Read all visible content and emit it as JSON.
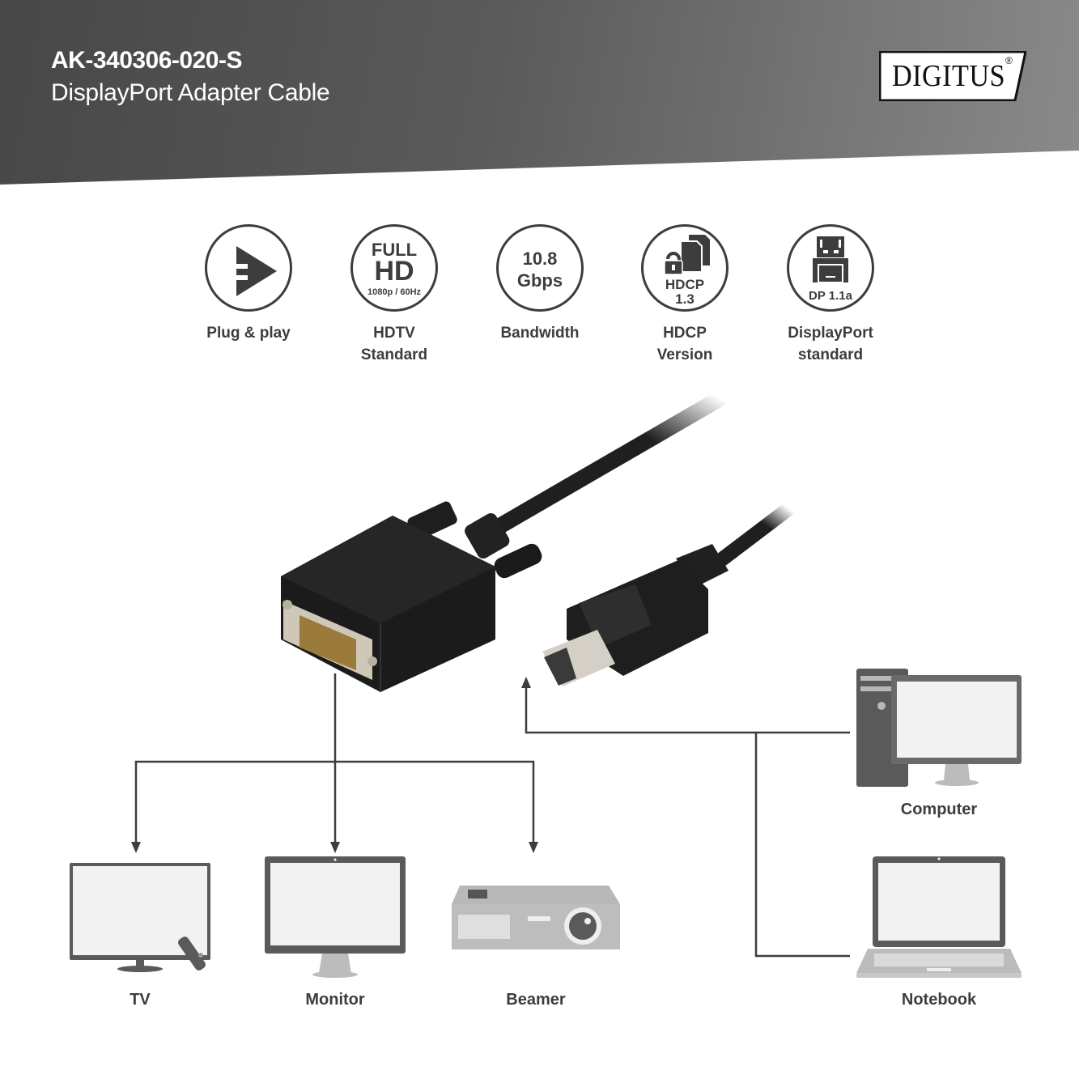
{
  "header": {
    "product_code": "AK-340306-020-S",
    "product_name": "DisplayPort Adapter Cable",
    "brand": "DIGITUS",
    "brand_mark": "®"
  },
  "features": [
    {
      "icon": "plug-play-icon",
      "label_line1": "Plug & play",
      "label_line2": ""
    },
    {
      "icon": "full-hd-icon",
      "badge_line1": "FULL",
      "badge_line2": "HD",
      "badge_line3": "1080p / 60Hz",
      "label_line1": "HDTV",
      "label_line2": "Standard"
    },
    {
      "icon": "bandwidth-icon",
      "badge_line1": "10.8",
      "badge_line2": "Gbps",
      "label_line1": "Bandwidth",
      "label_line2": ""
    },
    {
      "icon": "hdcp-lock-icon",
      "badge_line1": "HDCP",
      "badge_line2": "1.3",
      "label_line1": "HDCP",
      "label_line2": "Version"
    },
    {
      "icon": "displayport-connector-icon",
      "badge_line1": "DP 1.1a",
      "label_line1": "DisplayPort",
      "label_line2": "standard"
    }
  ],
  "product_image": {
    "connector_a": "DVI plug",
    "connector_b": "DisplayPort plug"
  },
  "outputs": [
    {
      "icon": "tv-icon",
      "label": "TV"
    },
    {
      "icon": "monitor-icon",
      "label": "Monitor"
    },
    {
      "icon": "projector-icon",
      "label": "Beamer"
    }
  ],
  "sources": [
    {
      "icon": "desktop-computer-icon",
      "label": "Computer"
    },
    {
      "icon": "laptop-icon",
      "label": "Notebook"
    }
  ],
  "colors": {
    "header_dark": "#474747",
    "header_light": "#8a8a8a",
    "icon_dark": "#3d3d3d",
    "device_grey": "#5a5a5a",
    "device_light": "#bcbcbc"
  }
}
